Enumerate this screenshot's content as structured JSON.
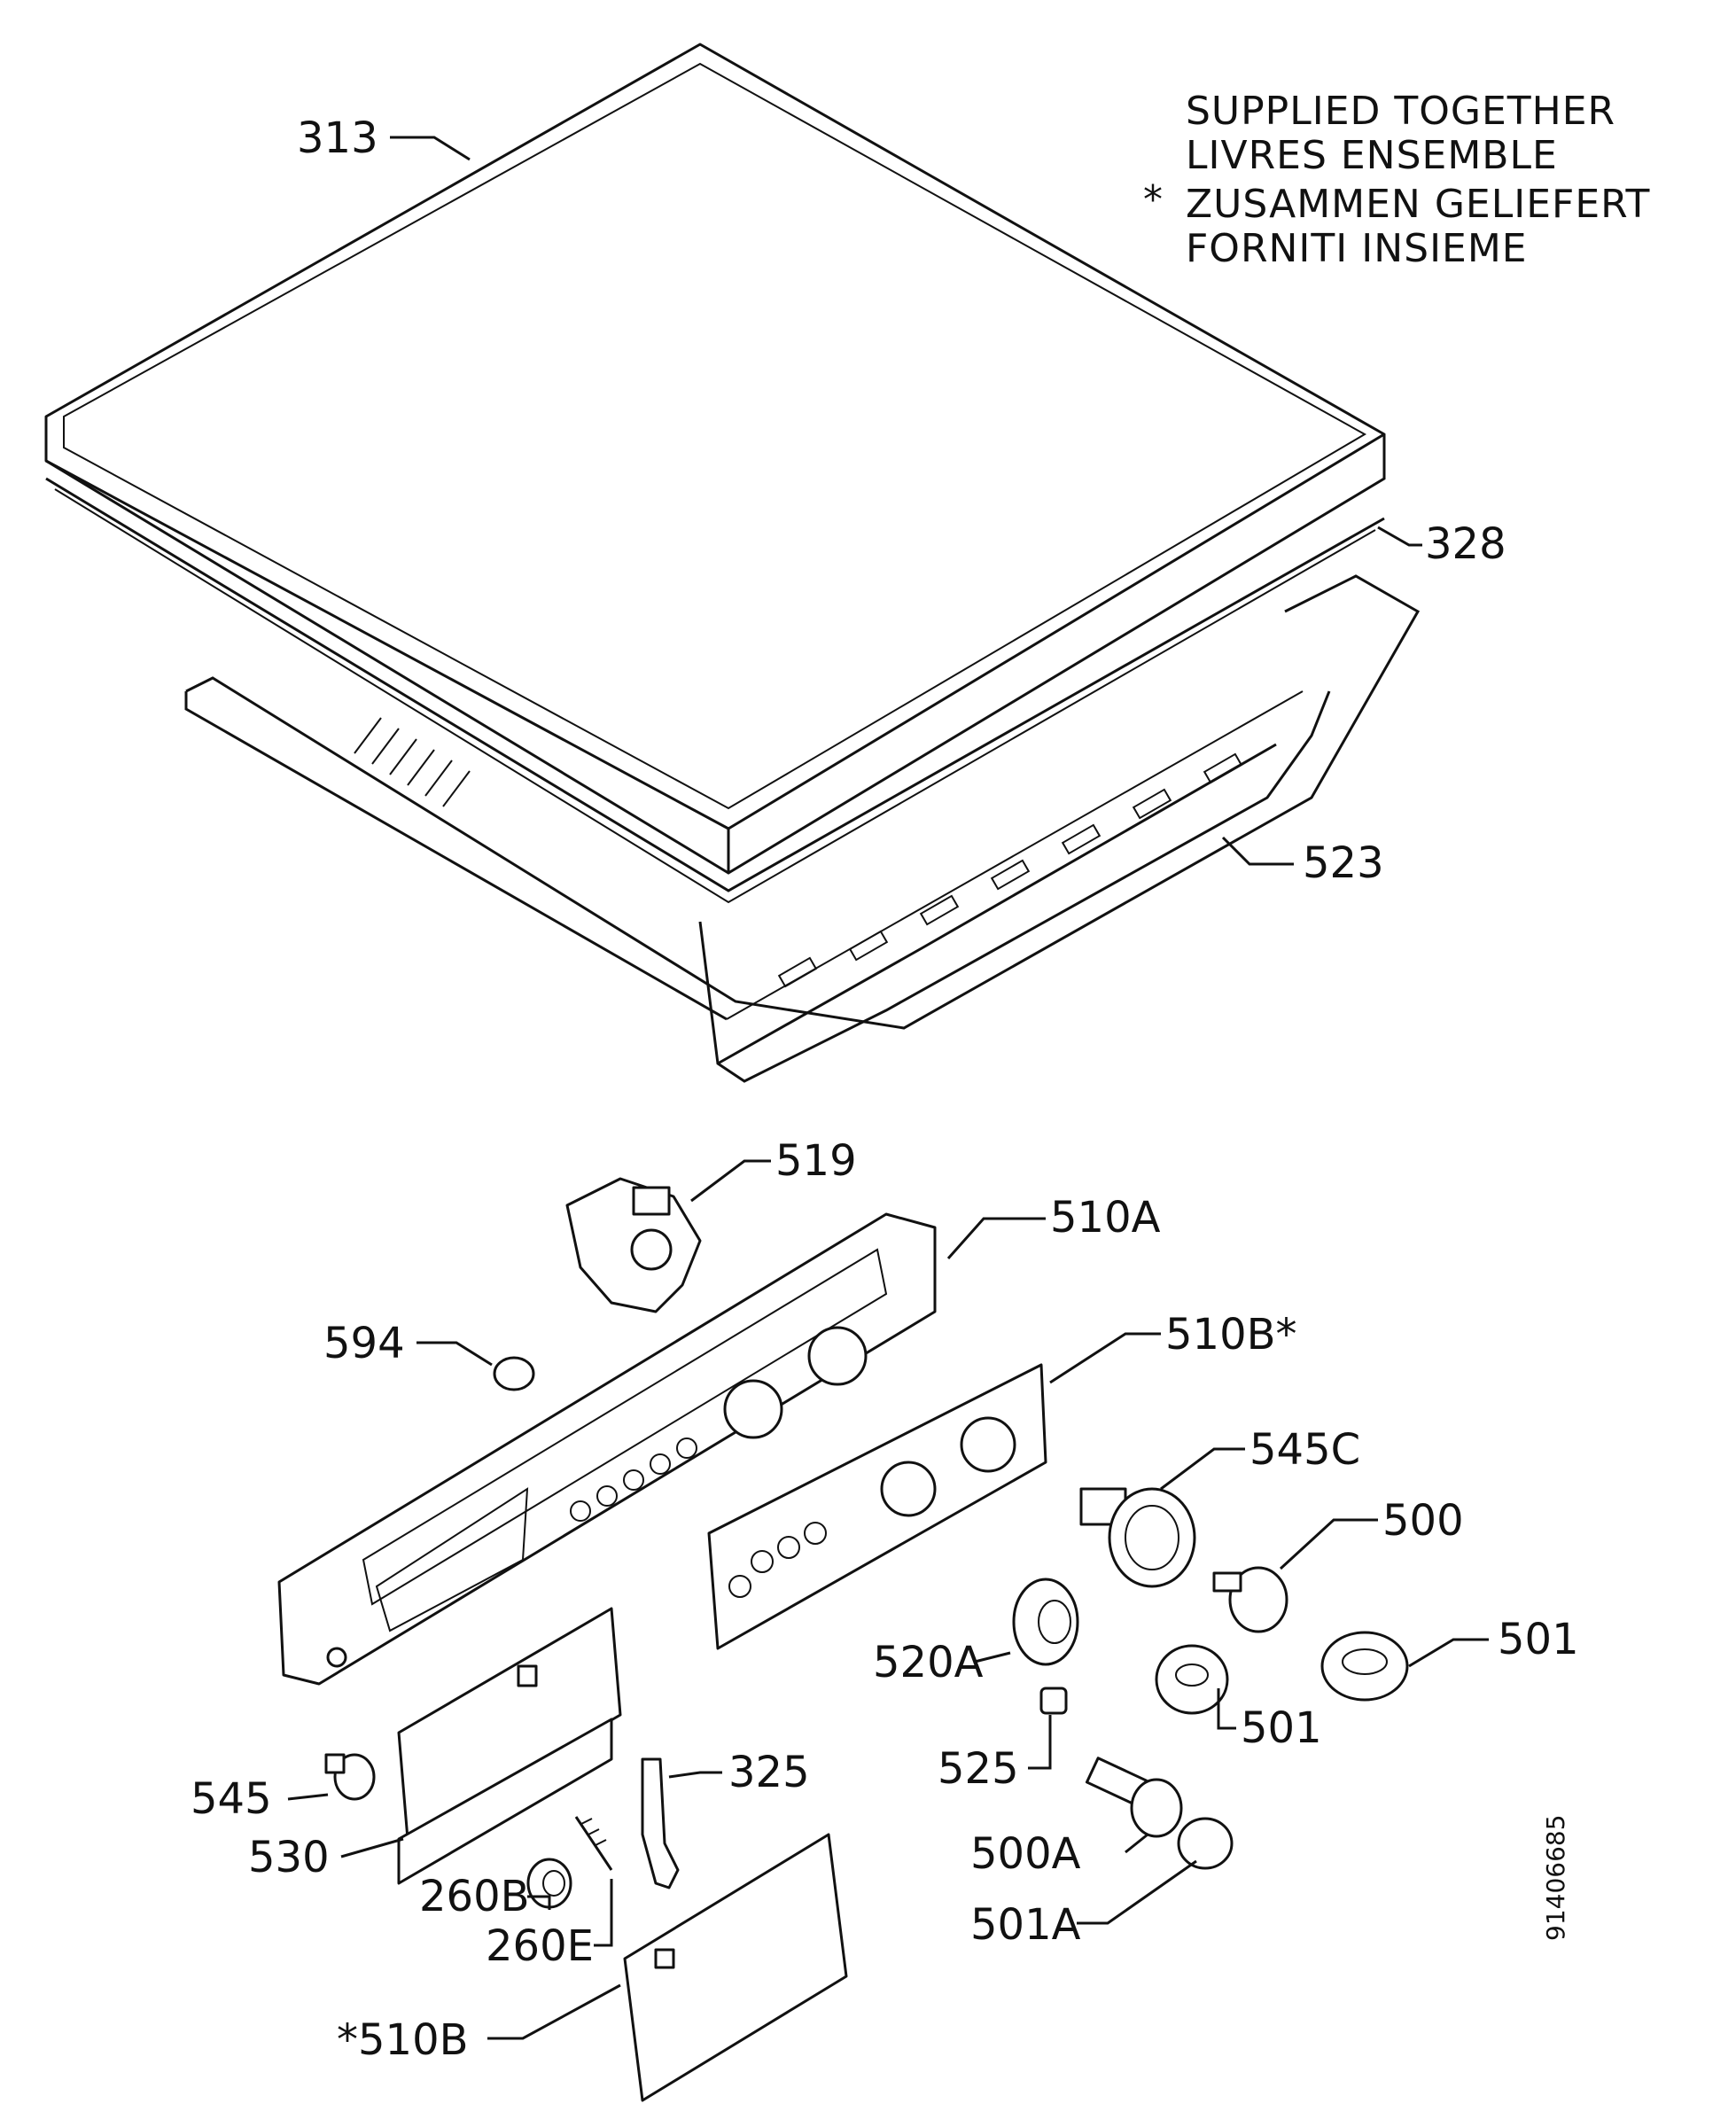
{
  "note": {
    "lines": [
      "SUPPLIED TOGETHER",
      "LIVRES ENSEMBLE",
      "ZUSAMMEN GELIEFERT",
      "FORNITI INSIEME"
    ],
    "asterisk": "*"
  },
  "doc_number": "91406685",
  "labels": {
    "p313": "313",
    "p328": "328",
    "p523": "523",
    "p519": "519",
    "p510a": "510A",
    "p594": "594",
    "p510b_top": "510B*",
    "p545c": "545C",
    "p500": "500",
    "p501_right": "501",
    "p520a": "520A",
    "p501_mid": "501",
    "p525": "525",
    "p545": "545",
    "p325": "325",
    "p530": "530",
    "p500a": "500A",
    "p260b": "260B",
    "p501a": "501A",
    "p260e": "260E",
    "p510b_bottom": "*510B"
  }
}
